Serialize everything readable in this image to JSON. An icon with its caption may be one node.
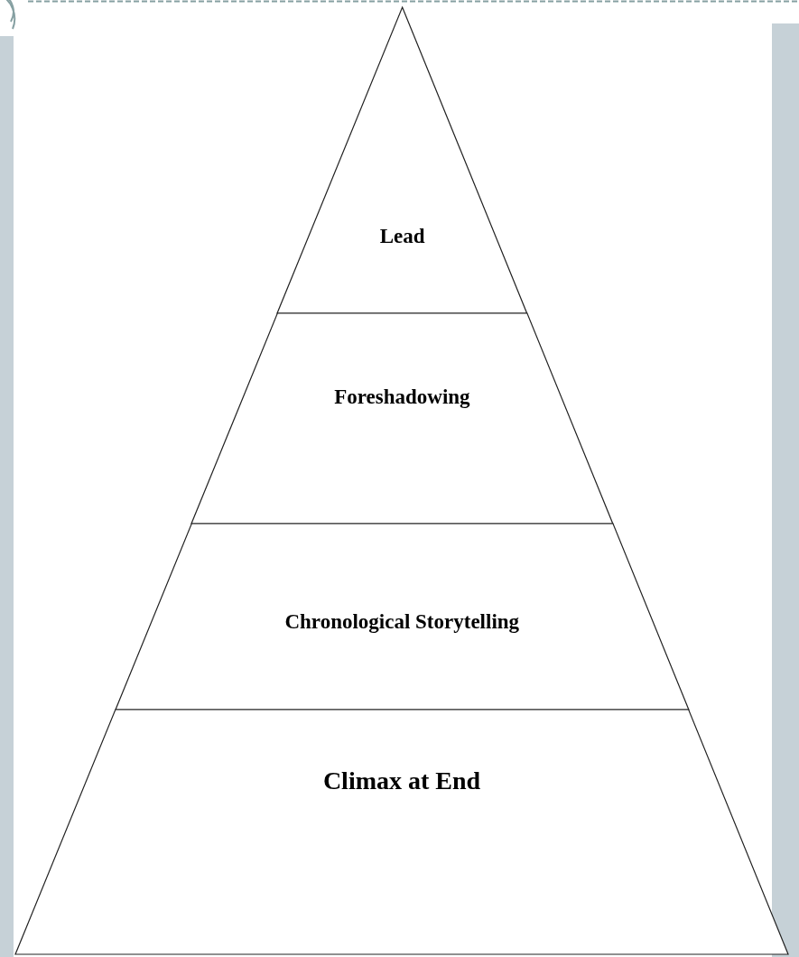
{
  "diagram": {
    "nodes": [
      {
        "text": [
          "Lead"
        ]
      },
      {
        "text": [
          "Foreshadowing"
        ]
      },
      {
        "text": [
          "Chronological Storytelling"
        ]
      },
      {
        "text": [
          "Climax at End"
        ]
      }
    ]
  }
}
